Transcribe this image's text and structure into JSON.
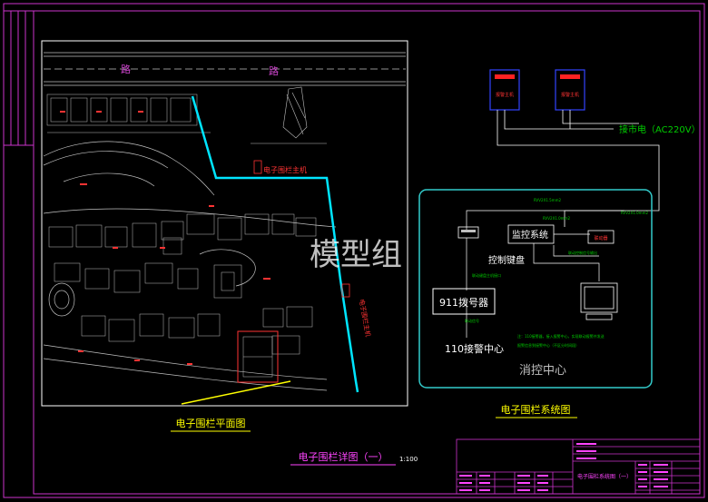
{
  "colors": {
    "frame": "#cc33cc",
    "wall": "#00e5ff",
    "title": "#ffff00",
    "label": "#ff3333",
    "device_red": "#ff2222",
    "device_blue": "#3344ff",
    "line_green": "#00cc00",
    "box_cyan": "#33cccc",
    "plan_gray": "#bfbfbf"
  },
  "plan": {
    "road_left": "路",
    "road_right": "路",
    "host_label_1": "电子围栏主机",
    "host_label_2": "电子围栏主机",
    "title": "电子围栏平面图"
  },
  "system": {
    "alarm_box_1": "报警主机",
    "alarm_box_2": "报警主机",
    "mains_label": "接市电（AC220V）",
    "monitor_system": "监控系统",
    "control_keyboard": "控制键盘",
    "dial_911": "911拨号器",
    "center_110": "110接警中心",
    "fire_center": "消控中心",
    "keyboard_label": "联动器",
    "title": "电子围栏系统图"
  },
  "sheet": {
    "detail_title": "电子围栏详图（一）",
    "scale": "1:100",
    "drawing_name": "电子围栏系统图（一）"
  },
  "watermark": "模型组"
}
